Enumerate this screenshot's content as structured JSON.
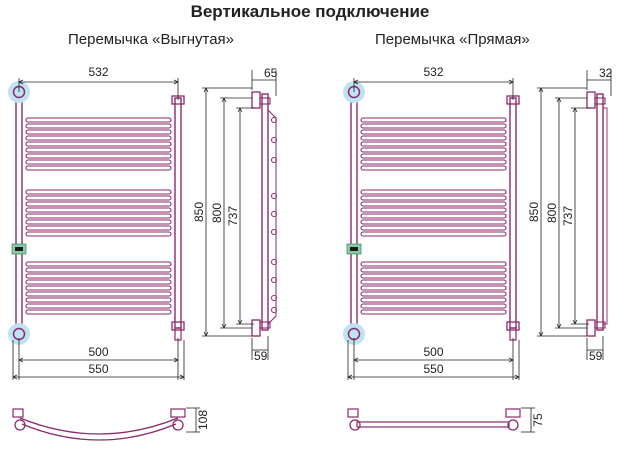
{
  "title": "Вертикальное подключение",
  "colors": {
    "pipe": "#8b2a6b",
    "dimension_line": "#222222",
    "connection_highlight": "#bfe3f2",
    "valve_green": "#86c9a3"
  },
  "left": {
    "subtitle": "Перемычка «Выгнутая»",
    "dims": {
      "width_top": "532",
      "depth_top": "65",
      "height_total": "850",
      "height_mid": "800",
      "height_inner": "737",
      "width_inner": "500",
      "width_total": "550",
      "depth_bottom": "59",
      "plan_depth": "108"
    }
  },
  "right": {
    "subtitle": "Перемычка «Прямая»",
    "dims": {
      "width_top": "532",
      "depth_top": "32",
      "height_total": "850",
      "height_mid": "800",
      "height_inner": "737",
      "width_inner": "500",
      "width_total": "550",
      "depth_bottom": "59",
      "plan_depth": "75"
    }
  }
}
